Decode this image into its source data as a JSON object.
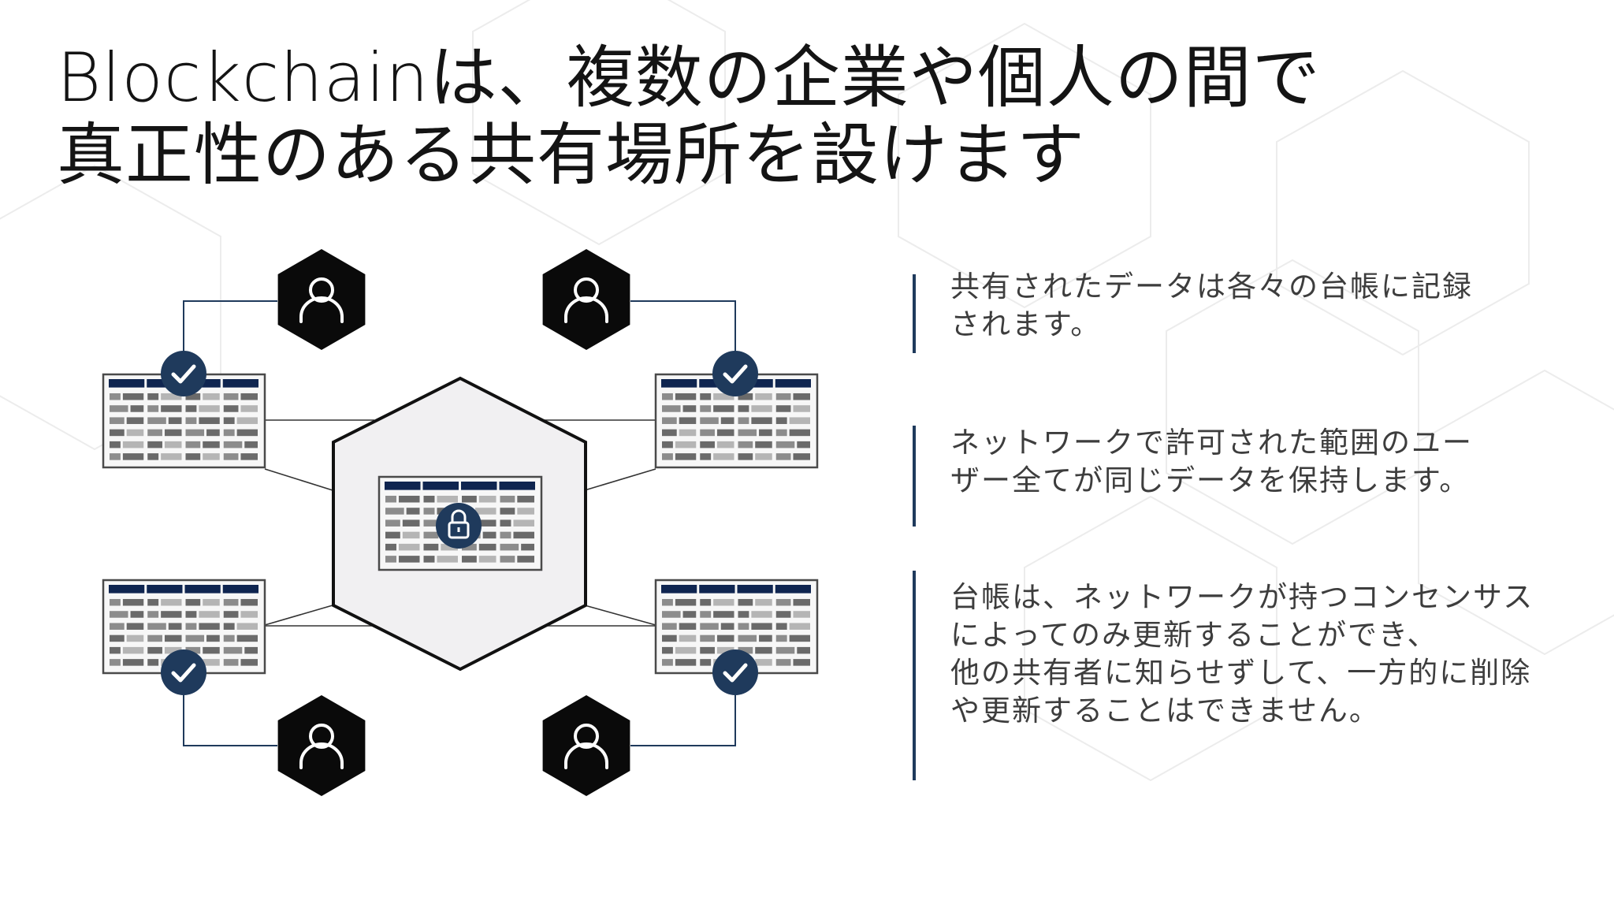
{
  "slide": {
    "title_lines": [
      "Blockchainは、複数の企業や個人の間で",
      "真正性のある共有場所を設けます"
    ]
  },
  "points": [
    {
      "lines": [
        "共有されたデータは各々の台帳に記録",
        "されます。"
      ]
    },
    {
      "lines": [
        "ネットワークで許可された範囲のユー",
        "ザー全てが同じデータを保持します。"
      ]
    },
    {
      "lines": [
        "台帳は、ネットワークが持つコンセンサス",
        "によってのみ更新することができ、",
        "他の共有者に知らせずして、一方的に削除",
        "や更新することはできません。"
      ]
    }
  ],
  "diagram": {
    "participant_count": 4,
    "ledger_count": 4,
    "central_ledger_icon": "lock-icon",
    "participant_icon": "user-icon",
    "verification_icon": "checkmark-icon"
  },
  "colors": {
    "navy": "#1f3a5c",
    "header_navy": "#0f2550",
    "hexagon_black": "#0a0a0a",
    "central_fill": "#f1f0f2",
    "text_gray": "#3d3d3d"
  }
}
